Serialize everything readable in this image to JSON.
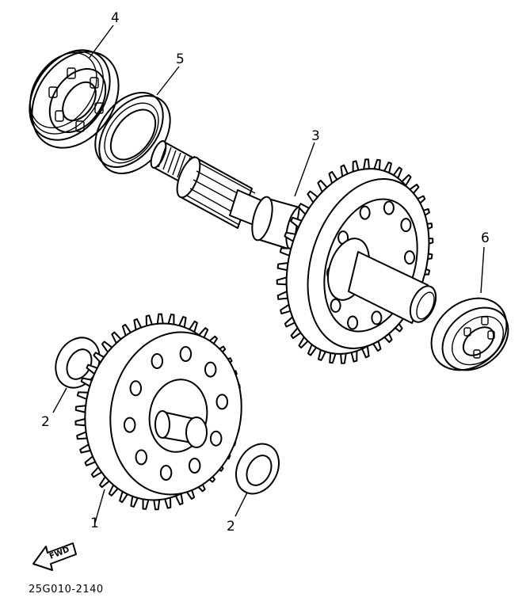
{
  "diagram": {
    "callouts": {
      "part_1": "1",
      "part_2a": "2",
      "part_2b": "2",
      "part_3": "3",
      "part_4": "4",
      "part_5": "5",
      "part_6": "6"
    },
    "direction_label": "FWD",
    "drawing_code": "25G010-2140"
  }
}
